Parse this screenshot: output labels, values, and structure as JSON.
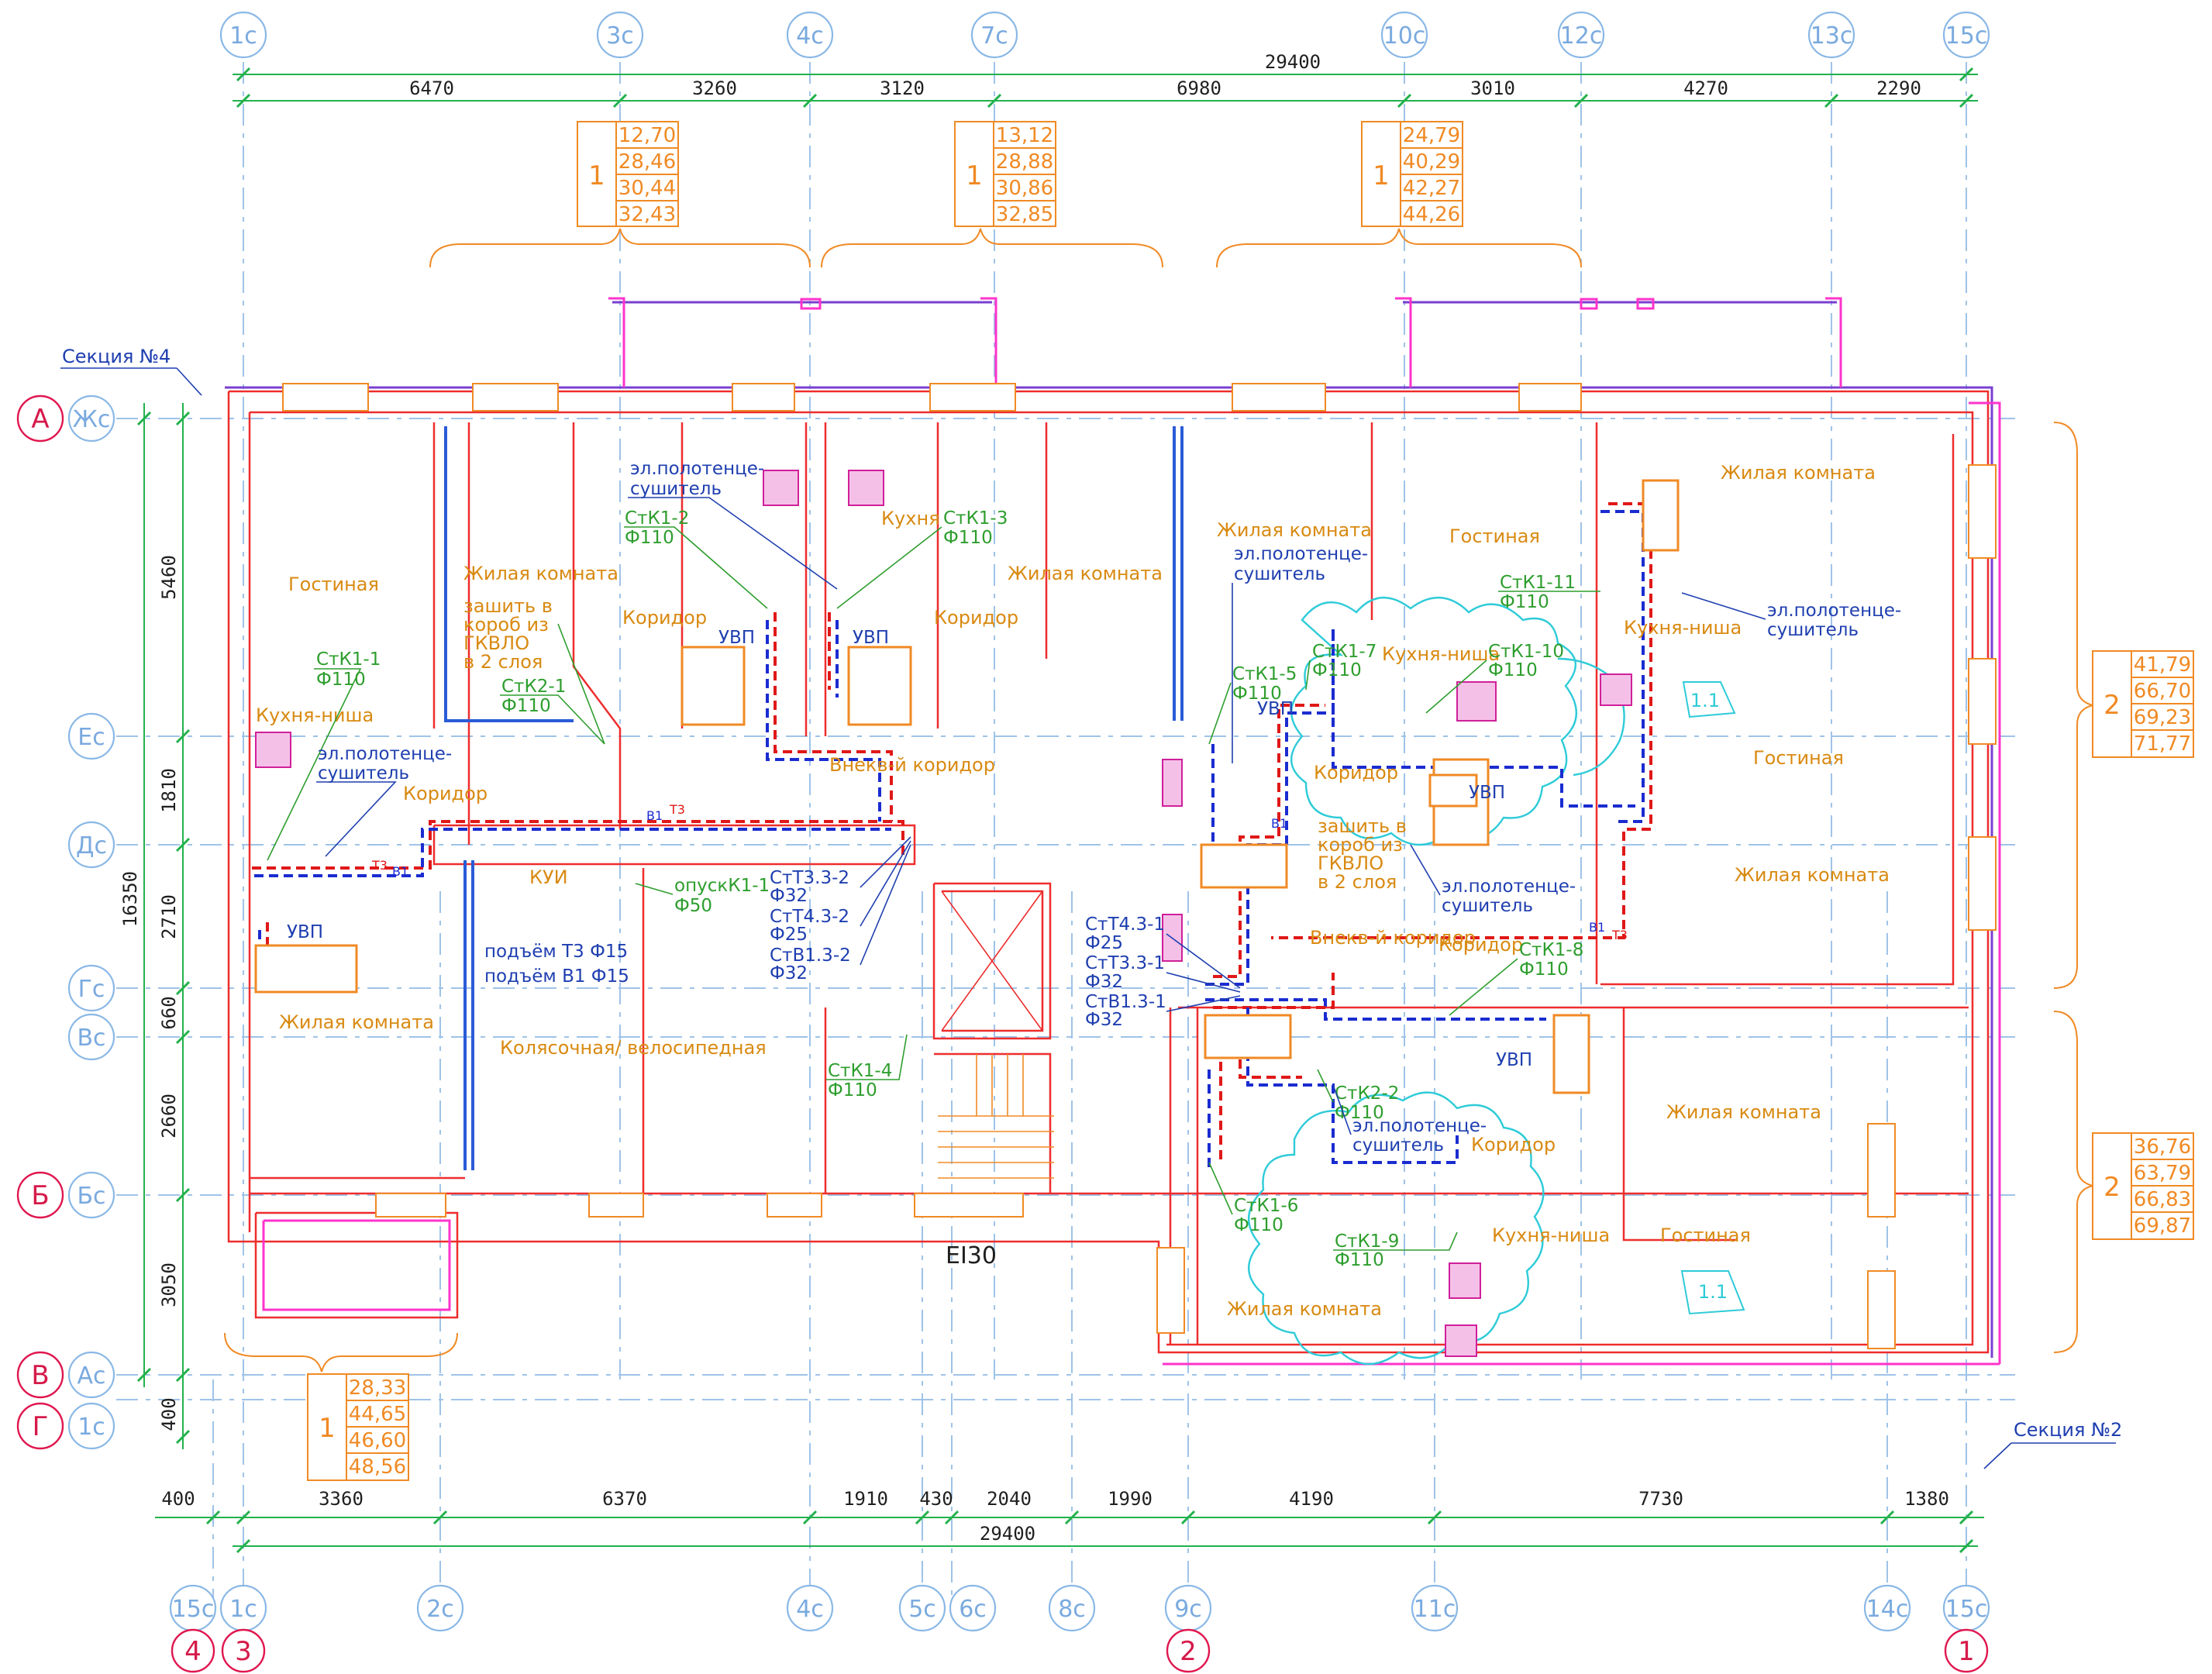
{
  "columns_top": [
    "1c",
    "3c",
    "4c",
    "7c",
    "10c",
    "12c",
    "13c",
    "15c"
  ],
  "columns_bottom": [
    "15c",
    "1c",
    "2c",
    "4c",
    "5c",
    "6c",
    "8c",
    "9c",
    "11c",
    "14c",
    "15c"
  ],
  "rows": [
    "Жс",
    "Ес",
    "Дс",
    "Гс",
    "Вс",
    "Бс",
    "Ас",
    "1с"
  ],
  "red_rows": [
    "А",
    "Б",
    "В",
    "Г"
  ],
  "red_cols": [
    "4",
    "3",
    "2",
    "1"
  ],
  "dims_top": {
    "total": "29400",
    "parts": [
      "6470",
      "3260",
      "3120",
      "6980",
      "3010",
      "4270",
      "2290"
    ]
  },
  "dims_bottom": {
    "total": "29400",
    "parts": [
      "400",
      "3360",
      "6370",
      "1910",
      "430",
      "2040",
      "1990",
      "4190",
      "7730",
      "1380"
    ]
  },
  "dims_left": {
    "total": "16350",
    "parts": [
      "5460",
      "1810",
      "2710",
      "660",
      "2660",
      "3050",
      "400"
    ]
  },
  "sections": [
    "Секция №4",
    "Секция №2"
  ],
  "apartment_tables": [
    {
      "rooms": "1",
      "areas": [
        "12,70",
        "28,46",
        "30,44",
        "32,43"
      ]
    },
    {
      "rooms": "1",
      "areas": [
        "13,12",
        "28,88",
        "30,86",
        "32,85"
      ]
    },
    {
      "rooms": "1",
      "areas": [
        "24,79",
        "40,29",
        "42,27",
        "44,26"
      ]
    },
    {
      "rooms": "2",
      "areas": [
        "41,79",
        "66,70",
        "69,23",
        "71,77"
      ]
    },
    {
      "rooms": "2",
      "areas": [
        "36,76",
        "63,79",
        "66,83",
        "69,87"
      ]
    },
    {
      "rooms": "1",
      "areas": [
        "28,33",
        "44,65",
        "46,60",
        "48,56"
      ]
    }
  ],
  "rooms": {
    "gostinaya": "Гостиная",
    "zhilaya": "Жилая комната",
    "kuhnya_nisha": "Кухня-ниша",
    "kuhnya": "Кухня",
    "koridor": "Коридор",
    "uvp": "УВП",
    "vneckv": "Внекв-й коридор",
    "kolyas": "Колясочная/ велосипедная",
    "kui": "КУИ"
  },
  "risers": {
    "k1_1": "СтК1-1",
    "k1_2": "СтК1-2",
    "k1_3": "СтК1-3",
    "k1_4": "СтК1-4",
    "k1_5": "СтК1-5",
    "k1_6": "СтК1-6",
    "k1_7": "СтК1-7",
    "k1_8": "СтК1-8",
    "k1_9": "СтК1-9",
    "k1_10": "СтК1-10",
    "k1_11": "СтК1-11",
    "k2_1": "СтК2-1",
    "k2_2": "СтК2-2",
    "opusk": "опускК1-1",
    "d110": "Ф110",
    "d50": "Ф50",
    "d32": "Ф32",
    "d25": "Ф25"
  },
  "notes": {
    "towel": "эл.полотенце-сушитель",
    "towel_a": "эл.полотенце-",
    "towel_b": "сушитель",
    "sew_a": "зашить в",
    "sew_b": "короб из",
    "sew_c": "ГКВЛО",
    "sew_d": "в 2 слоя",
    "up_t3": "подъём Т3 Ф15",
    "up_b1": "подъём В1 Ф15",
    "st33_2": "СтТ3.3-2",
    "st43_2": "СтТ4.3-2",
    "sb13_2": "СтВ1.3-2",
    "st43_1": "СтТ4.3-1",
    "st33_1": "СтТ3.3-1",
    "sb13_1": "СтВ1.3-1",
    "ei": "EI30",
    "rev": "1.1",
    "b1": "В1",
    "t3": "Т3"
  },
  "colors": {
    "wall": "#ee2d2d",
    "accent": "#ff33cc",
    "grid": "#9fc3e8",
    "dim": "#22b14c",
    "pipe_hot": "#e01818",
    "pipe_cold": "#1a2cd0",
    "cloud": "#2ecbd8",
    "table": "#f08a24"
  }
}
